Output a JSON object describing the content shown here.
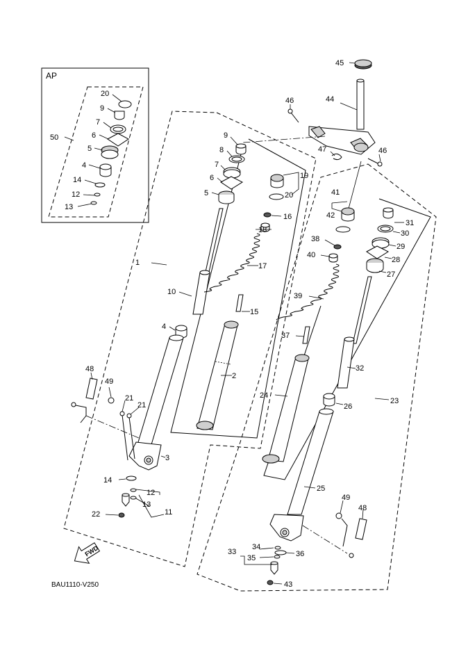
{
  "inset": {
    "title": "AP"
  },
  "labels": {
    "l1": "1",
    "l2": "2",
    "l3": "3",
    "l4a": "4",
    "l4b": "4",
    "l5a": "5",
    "l5b": "5",
    "l6a": "6",
    "l6b": "6",
    "l7a": "7",
    "l7b": "7",
    "l8": "8",
    "l9a": "9",
    "l9b": "9",
    "l10": "10",
    "l11": "11",
    "l12a": "12",
    "l12b": "12",
    "l13a": "13",
    "l13b": "13",
    "l14a": "14",
    "l14b": "14",
    "l15": "15",
    "l16": "16",
    "l17": "17",
    "l18": "18",
    "l19": "19",
    "l20a": "20",
    "l20b": "20",
    "l21a": "21",
    "l21b": "21",
    "l22": "22",
    "l23": "23",
    "l24": "24",
    "l25": "25",
    "l26": "26",
    "l27": "27",
    "l28": "28",
    "l29": "29",
    "l30": "30",
    "l31": "31",
    "l32": "32",
    "l33": "33",
    "l34": "34",
    "l35": "35",
    "l36": "36",
    "l37": "37",
    "l38": "38",
    "l39": "39",
    "l40": "40",
    "l41": "41",
    "l42": "42",
    "l43": "43",
    "l44": "44",
    "l45": "45",
    "l46a": "46",
    "l46b": "46",
    "l47": "47",
    "l48a": "48",
    "l48b": "48",
    "l49a": "49",
    "l49b": "49",
    "l50": "50"
  },
  "fwd_badge": "FWD",
  "diagram_code": "BAU1110-V250"
}
